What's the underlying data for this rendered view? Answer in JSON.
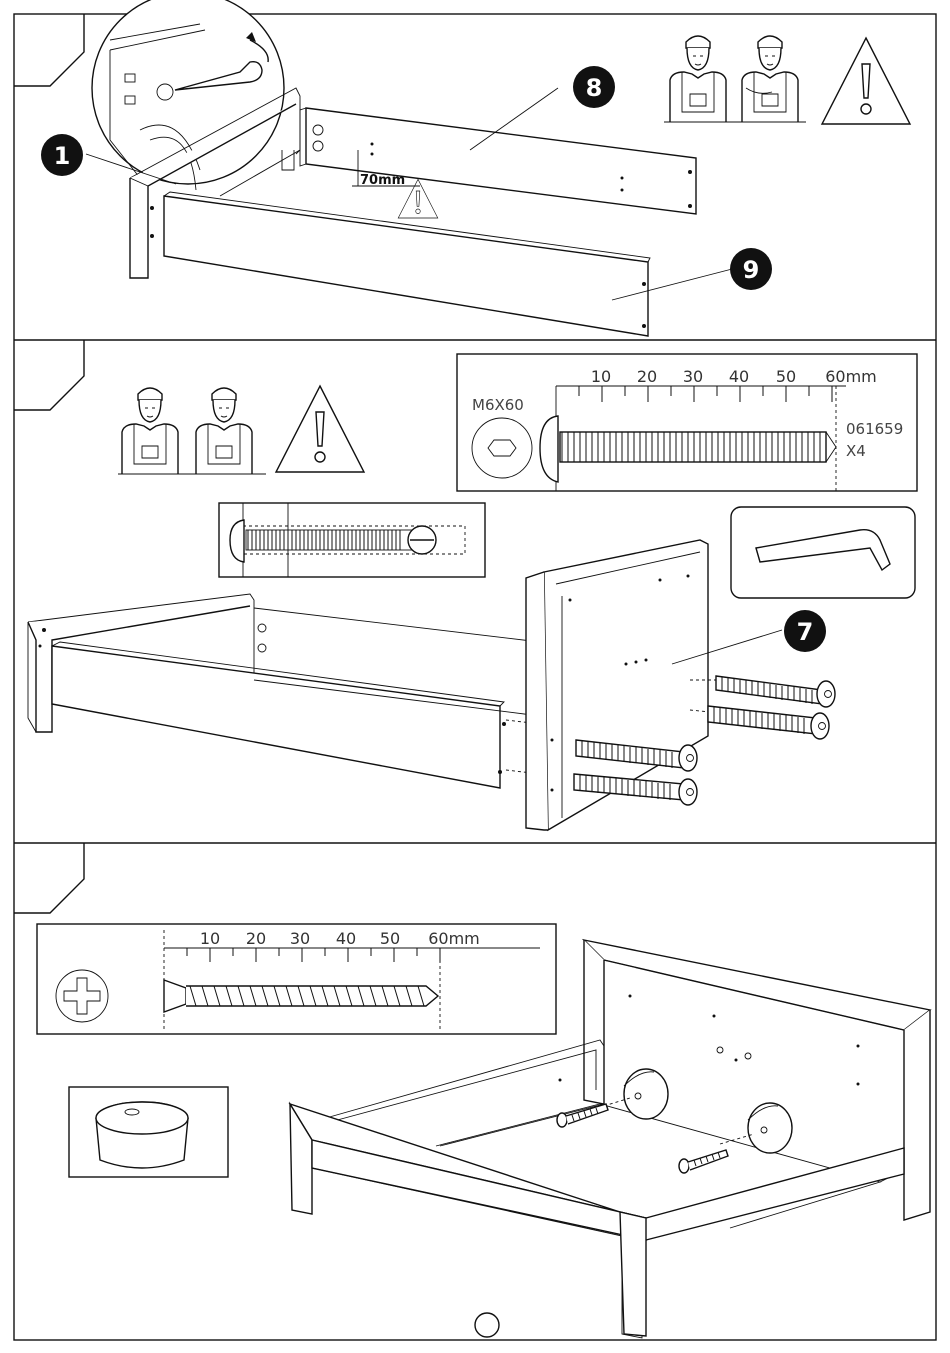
{
  "page": {
    "page_number": ""
  },
  "step1": {
    "part_badges": [
      "1",
      "8",
      "9"
    ],
    "dimension_label": "70mm"
  },
  "step2": {
    "bolt_spec": "M6X60",
    "ruler_ticks": [
      "10",
      "20",
      "30",
      "40",
      "60mm"
    ],
    "ruler_tick_50": "50",
    "part_code": "061659",
    "quantity": "X4",
    "part_badge": "7",
    "tool": "allen-key-icon"
  },
  "step3": {
    "ruler_ticks": [
      "10",
      "20",
      "30",
      "40",
      "50",
      "60mm"
    ],
    "screw_head": "phillips-head-icon",
    "part": "bed-foot-glide-icon"
  },
  "icons": {
    "warning": "warning-triangle-icon",
    "two_workers": "two-workers-icon"
  },
  "colors": {
    "line": "#111111",
    "badge_fill": "#111111",
    "background": "#ffffff"
  }
}
